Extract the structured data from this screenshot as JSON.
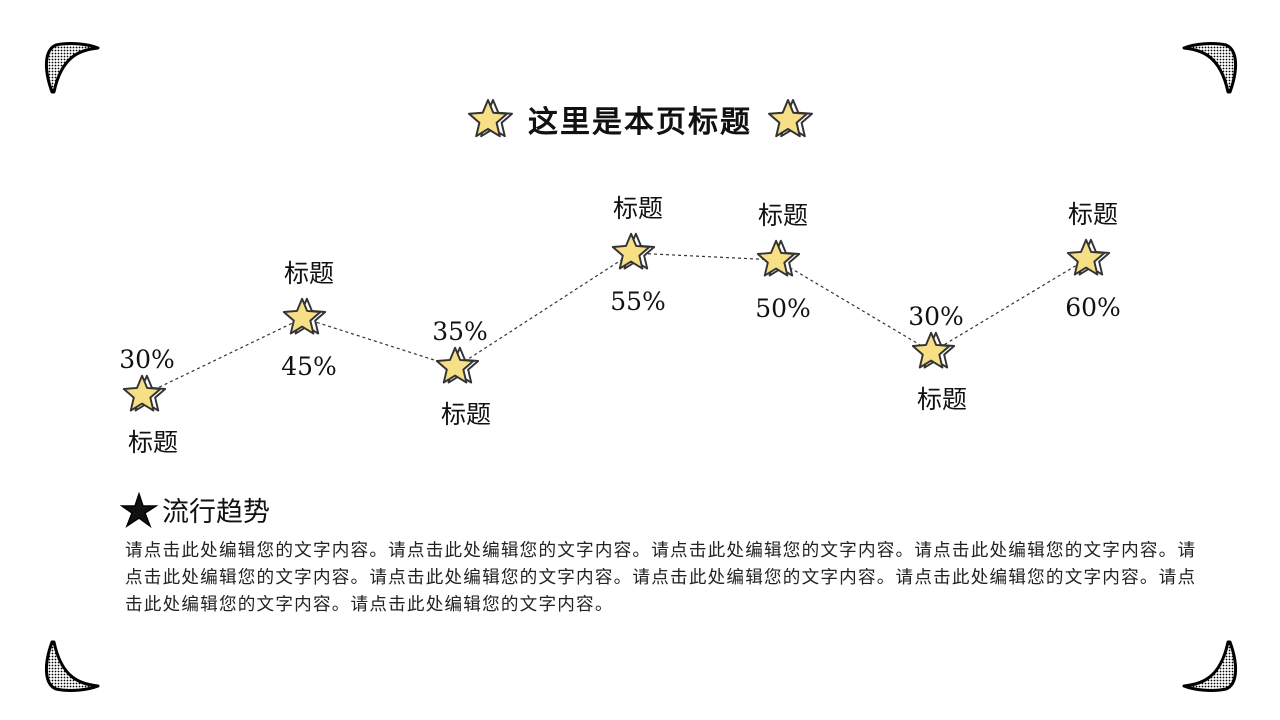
{
  "title": "这里是本页标题",
  "section": {
    "heading": "流行趋势",
    "body": "请点击此处编辑您的文字内容。请点击此处编辑您的文字内容。请点击此处编辑您的文字内容。请点击此处编辑您的文字内容。请点击此处编辑您的文字内容。请点击此处编辑您的文字内容。请点击此处编辑您的文字内容。请点击此处编辑您的文字内容。请点击此处编辑您的文字内容。请点击此处编辑您的文字内容。"
  },
  "colors": {
    "star_fill": "#f7df86",
    "outline": "#333333"
  },
  "chart_data": {
    "type": "line",
    "categories": [
      "标题",
      "标题",
      "标题",
      "标题",
      "标题",
      "标题",
      "标题"
    ],
    "values": [
      30,
      45,
      35,
      55,
      50,
      30,
      60
    ],
    "value_labels": [
      "30%",
      "45%",
      "35%",
      "55%",
      "50%",
      "30%",
      "60%"
    ],
    "marker": "star",
    "line_style": "dashed"
  }
}
